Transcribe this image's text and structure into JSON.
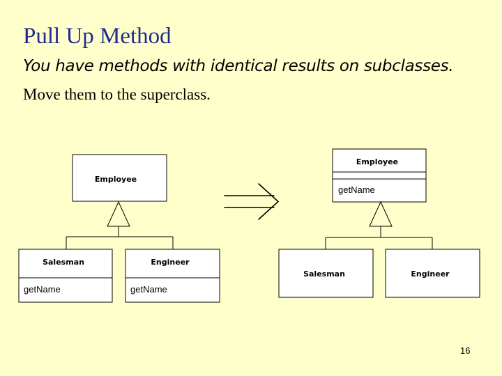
{
  "slide": {
    "title": "Pull Up Method",
    "subtitle": "You have methods with identical results on subclasses.",
    "instruction": "Move them to the superclass.",
    "page_number": "16"
  },
  "before": {
    "superclass": {
      "name": "Employee"
    },
    "subclasses": [
      {
        "name": "Salesman",
        "method": "getName"
      },
      {
        "name": "Engineer",
        "method": "getName"
      }
    ]
  },
  "after": {
    "superclass": {
      "name": "Employee",
      "method": "getName"
    },
    "subclasses": [
      {
        "name": "Salesman"
      },
      {
        "name": "Engineer"
      }
    ]
  },
  "colors": {
    "background": "#FFFFCC",
    "title": "#1F2A8C",
    "box_fill": "#FFFFFF",
    "line": "#000000"
  }
}
